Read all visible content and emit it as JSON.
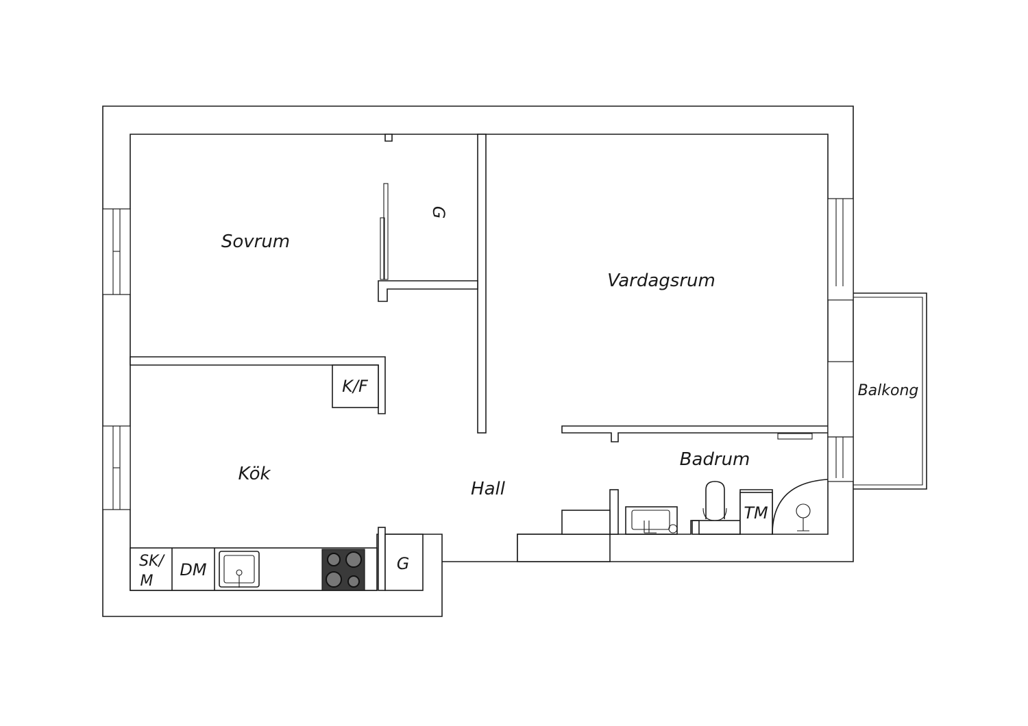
{
  "rooms": {
    "sovrum": "Sovrum",
    "vardagsrum": "Vardagsrum",
    "kok": "Kök",
    "hall": "Hall",
    "badrum": "Badrum",
    "balkong": "Balkong"
  },
  "fixtures": {
    "wardrobe_bedroom": "G",
    "wardrobe_hall": "G",
    "fridge_freezer": "K/F",
    "dishwasher": "DM",
    "washing_machine": "TM",
    "cabinet_line1": "SK/",
    "cabinet_line2": "M"
  },
  "colors": {
    "line": "#1a1a1a",
    "stove": "#3a3a3a",
    "background": "#ffffff"
  }
}
